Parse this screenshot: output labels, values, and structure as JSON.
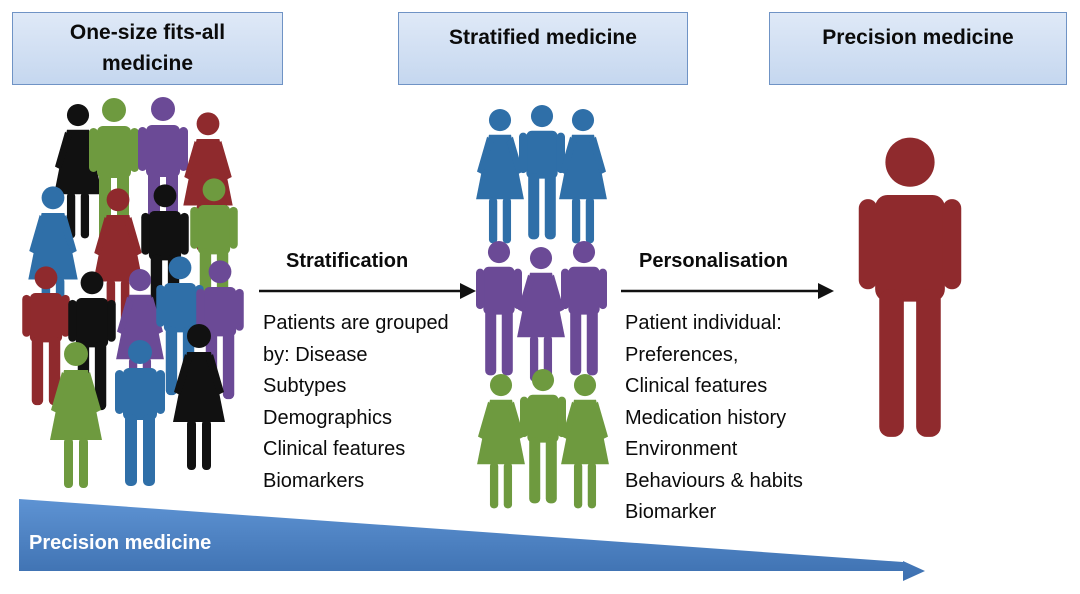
{
  "headers": {
    "one_size": "One-size fits-all medicine",
    "stratified": "Stratified medicine",
    "precision": "Precision medicine"
  },
  "stratification": {
    "label": "Stratification",
    "items": [
      "Patients are grouped",
      "by: Disease",
      "Subtypes",
      "Demographics",
      "Clinical features",
      "Biomarkers"
    ]
  },
  "personalisation": {
    "label": "Personalisation",
    "items": [
      "Patient individual:",
      "Preferences,",
      "Clinical features",
      "Medication history",
      "Environment",
      "Behaviours & habits",
      "Biomarker"
    ]
  },
  "ribbon": {
    "label": "Precision medicine"
  },
  "colors": {
    "blue": "#2f6fa8",
    "green": "#6e9a3f",
    "purple": "#6b4a96",
    "red": "#8f2a2d",
    "black": "#111111",
    "ribbon": "#4a7fc0",
    "header_border": "#6f93c5"
  }
}
